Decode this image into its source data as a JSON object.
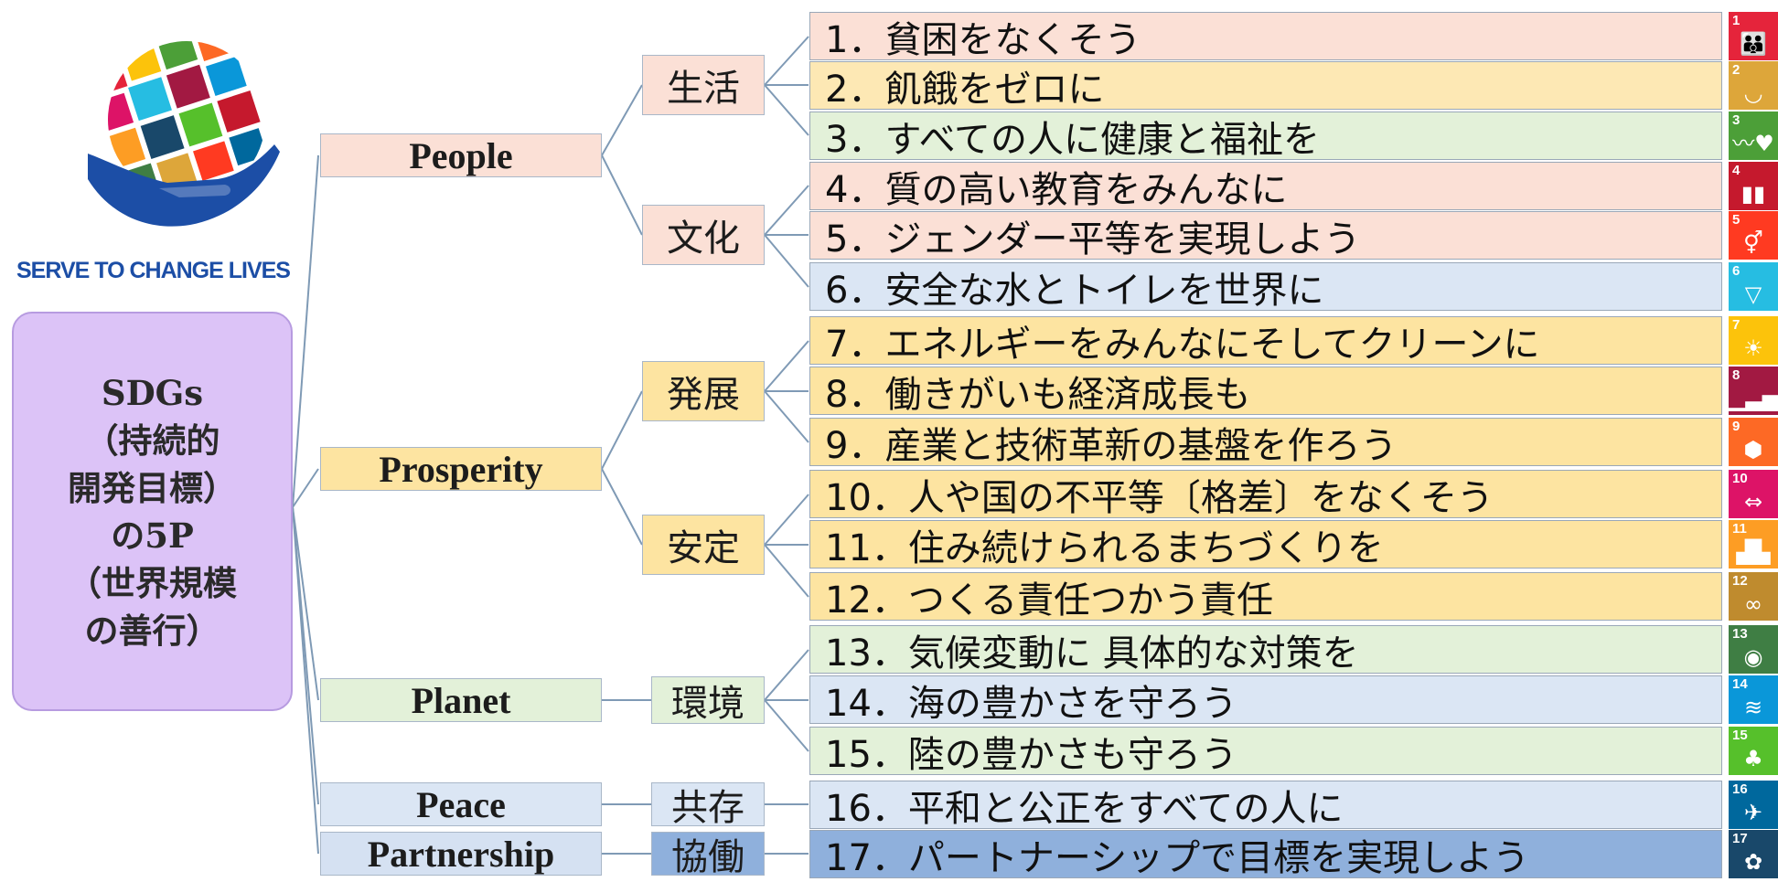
{
  "logo": {
    "tagline": "SERVE TO CHANGE LIVES",
    "icon": "rotary-globe-hand-icon"
  },
  "root": {
    "label": "SDGs\n（持続的\n開発目標）\nの5P\n（世界規模\nの善行）"
  },
  "pillars": [
    {
      "label": "People",
      "color": "#fbe0d6"
    },
    {
      "label": "Prosperity",
      "color": "#fde4a1"
    },
    {
      "label": "Planet",
      "color": "#e3f1d9"
    },
    {
      "label": "Peace",
      "color": "#dbe6f4"
    },
    {
      "label": "Partnership",
      "color": "#d5e1f2"
    }
  ],
  "categories": [
    {
      "label": "生活",
      "color": "#fbe0d6"
    },
    {
      "label": "文化",
      "color": "#fbe0d6"
    },
    {
      "label": "発展",
      "color": "#fde4a1"
    },
    {
      "label": "安定",
      "color": "#fde4a1"
    },
    {
      "label": "環境",
      "color": "#e3f1d9"
    },
    {
      "label": "共存",
      "color": "#dbe6f4"
    },
    {
      "label": "協働",
      "color": "#8fb0dc"
    }
  ],
  "goals": [
    {
      "label": "1．貧困をなくそう",
      "color": "#fbe0d6",
      "icon_color": "#e5243b",
      "icon": "people-icon"
    },
    {
      "label": "2．飢餓をゼロに",
      "color": "#fde8b4",
      "icon_color": "#dda63a",
      "icon": "bowl-icon"
    },
    {
      "label": "3．すべての人に健康と福祉を",
      "color": "#e3f1d9",
      "icon_color": "#4c9f38",
      "icon": "heartbeat-icon"
    },
    {
      "label": "4．質の高い教育をみんなに",
      "color": "#fbe0d6",
      "icon_color": "#c5192d",
      "icon": "book-icon"
    },
    {
      "label": "5．ジェンダー平等を実現しよう",
      "color": "#fbe0d6",
      "icon_color": "#ff3a21",
      "icon": "gender-icon"
    },
    {
      "label": "6．安全な水とトイレを世界に",
      "color": "#dbe6f4",
      "icon_color": "#26bde2",
      "icon": "water-icon"
    },
    {
      "label": "7．エネルギーをみんなにそしてクリーンに",
      "color": "#fde4a1",
      "icon_color": "#fcc30b",
      "icon": "sun-icon"
    },
    {
      "label": "8．働きがいも経済成長も",
      "color": "#fde4a1",
      "icon_color": "#a21942",
      "icon": "growth-chart-icon"
    },
    {
      "label": "9．産業と技術革新の基盤を作ろう",
      "color": "#fde4a1",
      "icon_color": "#fd6925",
      "icon": "cubes-icon"
    },
    {
      "label": "10．人や国の不平等〔格差〕をなくそう",
      "color": "#fde4a1",
      "icon_color": "#dd1367",
      "icon": "equality-icon"
    },
    {
      "label": "11．住み続けられるまちづくりを",
      "color": "#fde4a1",
      "icon_color": "#fd9d24",
      "icon": "city-icon"
    },
    {
      "label": "12．つくる責任つかう責任",
      "color": "#fde4a1",
      "icon_color": "#bf8b2e",
      "icon": "infinity-icon"
    },
    {
      "label": "13．気候変動に 具体的な対策を",
      "color": "#e3f1d9",
      "icon_color": "#3f7e44",
      "icon": "eye-globe-icon"
    },
    {
      "label": "14．海の豊かさを守ろう",
      "color": "#dbe6f4",
      "icon_color": "#0a97d9",
      "icon": "fish-icon"
    },
    {
      "label": "15．陸の豊かさも守ろう",
      "color": "#e3f1d9",
      "icon_color": "#56c02b",
      "icon": "tree-icon"
    },
    {
      "label": "16．平和と公正をすべての人に",
      "color": "#dbe6f4",
      "icon_color": "#00689d",
      "icon": "dove-icon"
    },
    {
      "label": "17．パートナーシップで目標を実現しよう",
      "color": "#8fb0dc",
      "icon_color": "#19486a",
      "icon": "partnership-flower-icon"
    }
  ]
}
